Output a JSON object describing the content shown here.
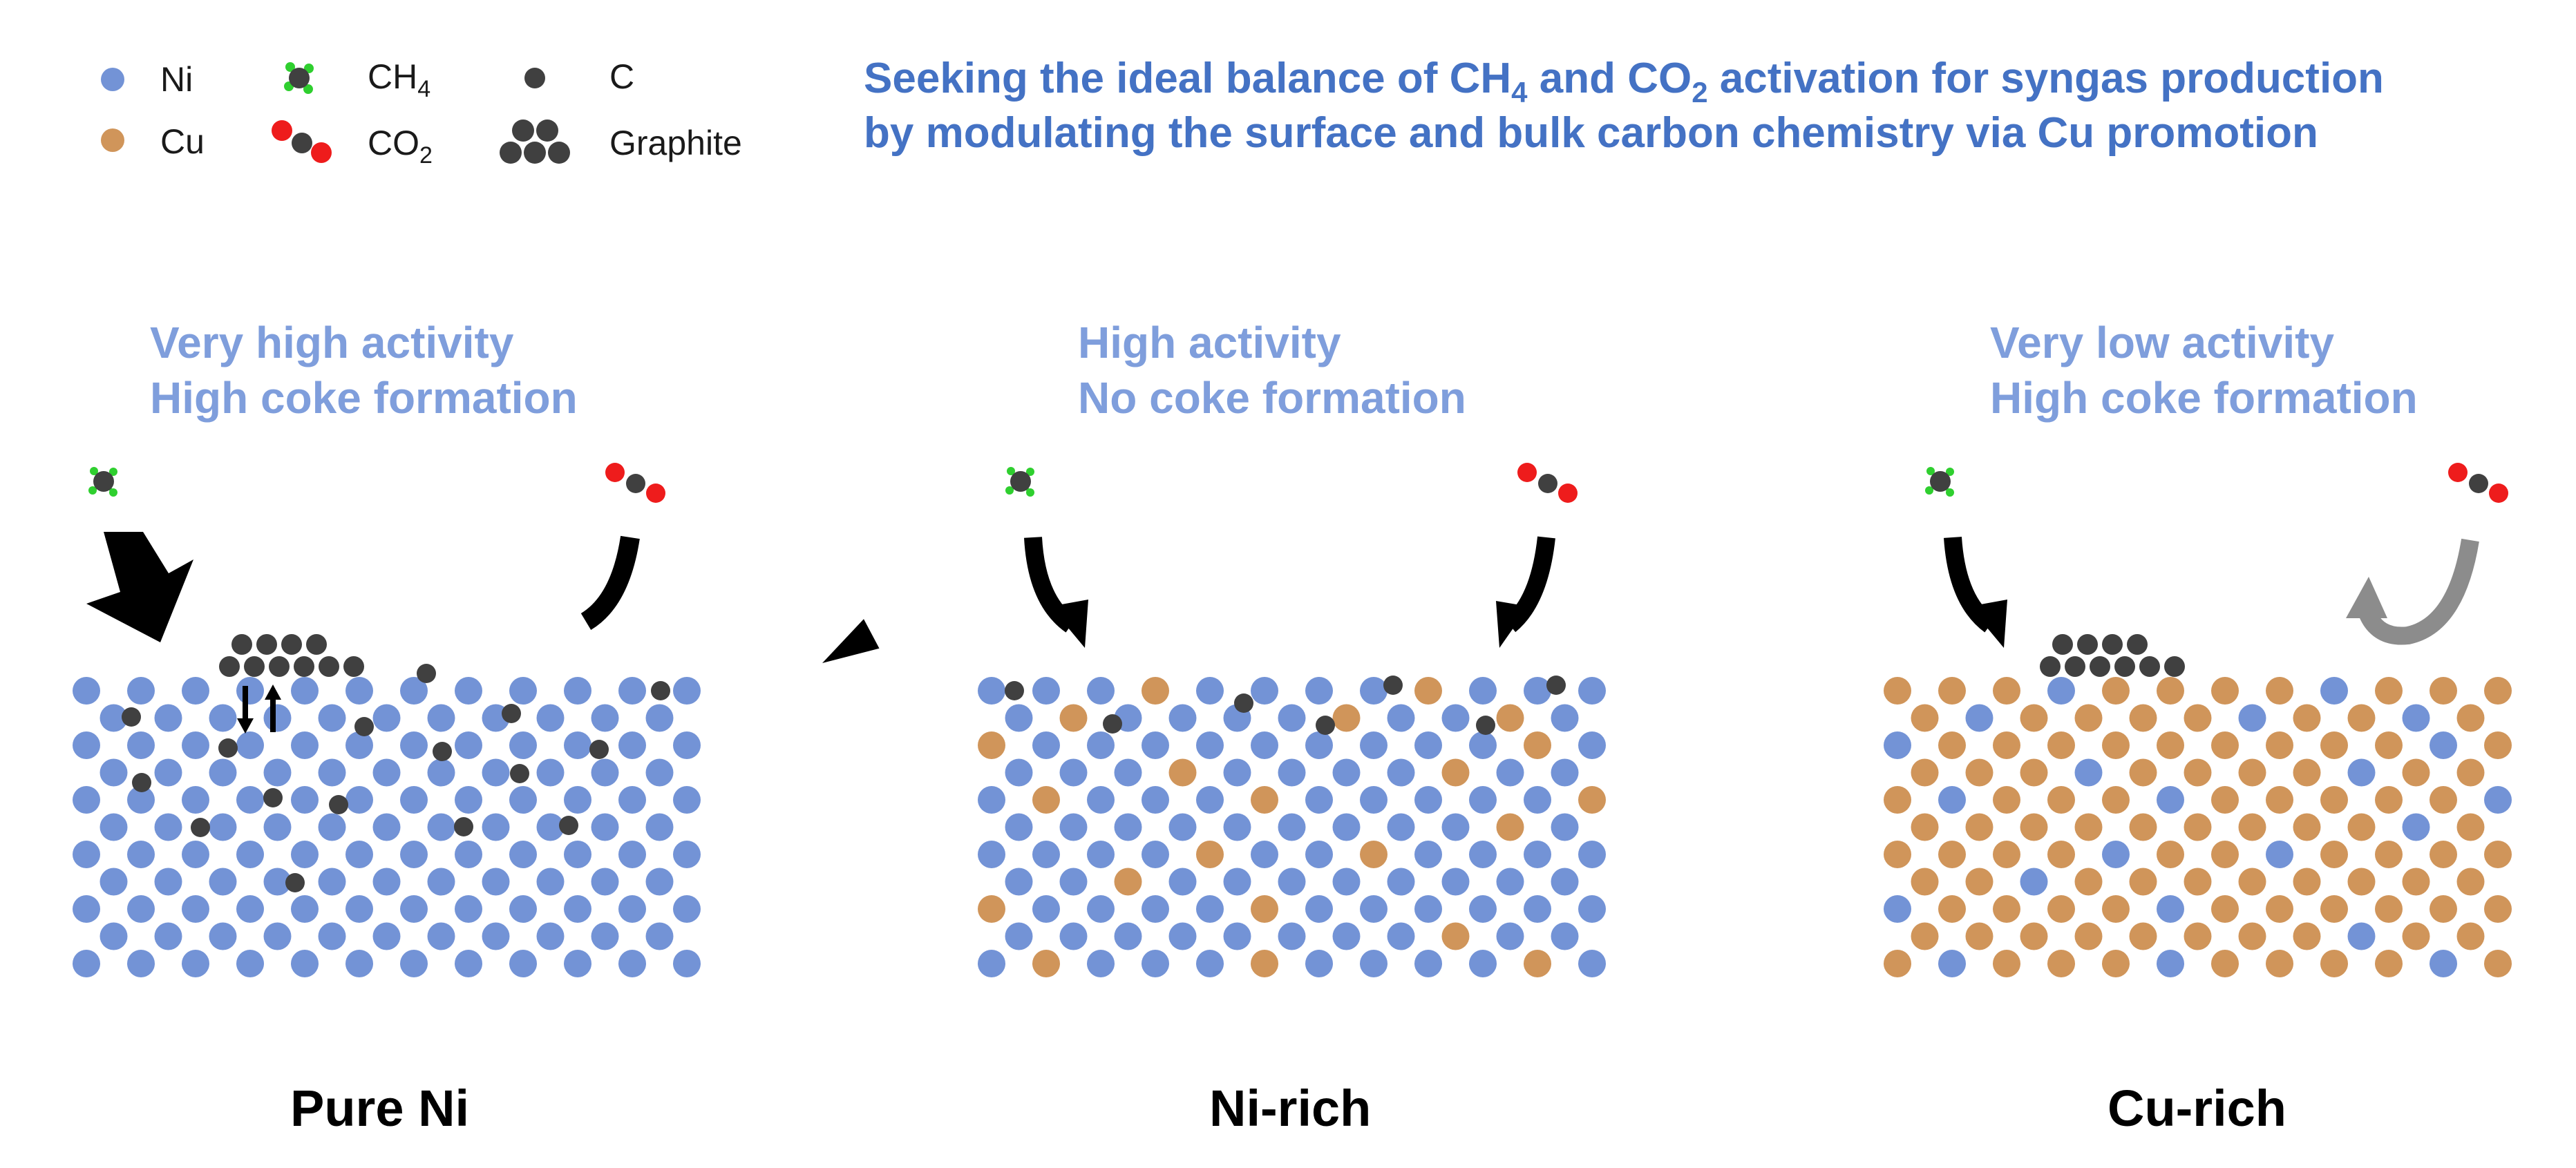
{
  "colors": {
    "ni": "#7393d6",
    "cu": "#d0955a",
    "carbon": "#404040",
    "hydrogen": "#2fcf2f",
    "oxygen": "#ee1c1c",
    "headline": "#4472c4",
    "status": "#7f9edc",
    "arrow_strong": "#000000",
    "arrow_rejected": "#8c8c8c"
  },
  "legend": {
    "ni": "Ni",
    "cu": "Cu",
    "ch4_main": "CH",
    "ch4_sub": "4",
    "co2_main": "CO",
    "co2_sub": "2",
    "c": "C",
    "graphite": "Graphite"
  },
  "headline": {
    "line1_part1": "Seeking the ideal balance of CH",
    "line1_sub1": "4",
    "line1_part2": " and CO",
    "line1_sub2": "2",
    "line1_part3": " activation for syngas production",
    "line2": "by modulating the surface and bulk carbon chemistry via Cu promotion"
  },
  "panels": [
    {
      "key": "pure",
      "title": "Pure Ni",
      "status_line1": "Very high activity",
      "status_line2": "High coke formation",
      "surface": "Ni",
      "ch4_uptake": "very strong",
      "co2_uptake": "strong",
      "coke": "surface graphite and bulk carbon"
    },
    {
      "key": "nirich",
      "title": "Ni-rich",
      "status_line1": "High activity",
      "status_line2": "No coke formation",
      "surface": "Ni with Cu",
      "ch4_uptake": "strong",
      "co2_uptake": "strong",
      "coke": "surface carbon only"
    },
    {
      "key": "curich",
      "title": "Cu-rich",
      "status_line1": "Very low activity",
      "status_line2": "High coke formation",
      "surface": "Cu with Ni",
      "ch4_uptake": "strong",
      "co2_uptake": "rejected",
      "coke": "surface graphite"
    }
  ]
}
